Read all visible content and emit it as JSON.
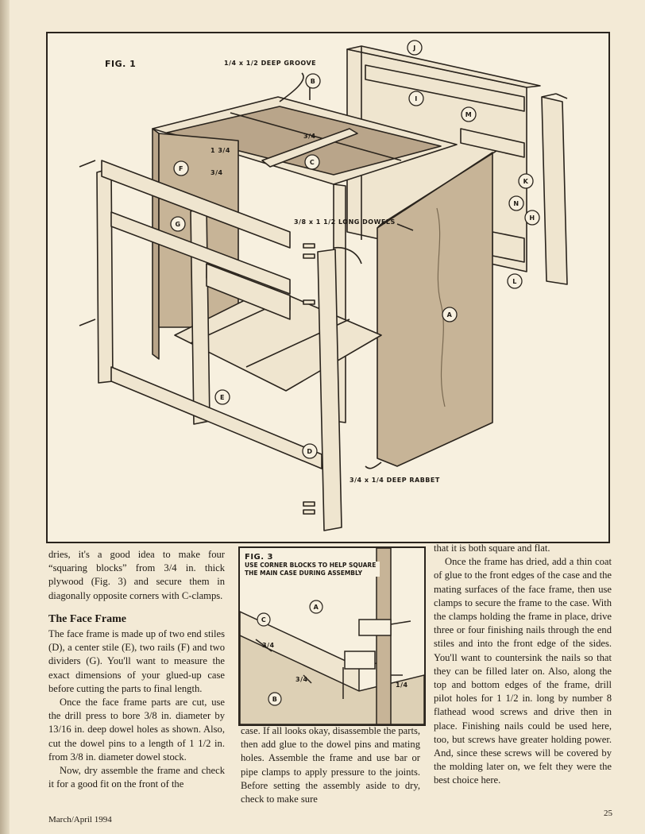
{
  "fig1": {
    "title": "FIG. 1",
    "groove_label": "1/4 x 1/2 DEEP GROOVE",
    "dowel_label": "3/8 x 1 1/2 LONG DOWELS",
    "rabbet_label": "3/4 x 1/4 DEEP RABBET",
    "dim_a": "3/4",
    "dim_b": "1 3/4",
    "dim_c": "3/4",
    "callouts": [
      "J",
      "B",
      "I",
      "M",
      "C",
      "F",
      "G",
      "K",
      "N",
      "H",
      "L",
      "A",
      "E",
      "D"
    ]
  },
  "fig3": {
    "title": "FIG. 3",
    "caption": "USE CORNER BLOCKS TO HELP SQUARE THE MAIN CASE DURING ASSEMBLY",
    "callouts": [
      "A",
      "C",
      "B"
    ],
    "dim_a": "3/4",
    "dim_b": "3/4",
    "dim_c": "1/4"
  },
  "col1": {
    "p1": "dries, it's a good idea to make four “squaring blocks” from 3/4 in. thick plywood (Fig. 3) and secure them in diagonally opposite corners with C-clamps.",
    "heading": "The Face Frame",
    "p2": "The face frame is made up of two end stiles (D), a center stile (E), two rails (F) and two dividers (G). You'll want to measure the exact dimensions of your glued-up case before cutting the parts to final length.",
    "p3": "Once the face frame parts are cut, use the drill press to bore 3/8 in. diameter by 13/16 in. deep dowel holes as shown. Also, cut the dowel pins to a length of 1 1/2 in. from 3/8 in. diameter dowel stock.",
    "p4": "Now, dry assemble the frame and check it for a good fit on the front of the"
  },
  "col2": {
    "p1": "case. If all looks okay, disassemble the parts, then add glue to the dowel pins and mating holes. Assemble the frame and use bar or pipe clamps to apply pressure to the joints. Before setting the assembly aside to dry, check to make sure"
  },
  "col3": {
    "p1": "that it is both square and flat.",
    "p2": "Once the frame has dried, add a thin coat of glue to the front edges of the case and the mating surfaces of the face frame, then use clamps to secure the frame to the case. With the clamps holding the frame in place, drive three or four finishing nails through the end stiles and into the front edge of the sides. You'll want to countersink the nails so that they can be filled later on. Also, along the top and bottom edges of the frame, drill pilot holes for 1 1/2 in. long by number 8 flathead wood screws and drive then in place. Finishing nails could be used here, too, but screws have greater holding power. And, since these screws will be covered by the molding later on, we felt they were the best choice here."
  },
  "footer": {
    "issue": "March/April 1994",
    "page": "25"
  },
  "colors": {
    "paper": "#f3ead6",
    "ink": "#1f1a14",
    "panel": "#b9a58a"
  }
}
